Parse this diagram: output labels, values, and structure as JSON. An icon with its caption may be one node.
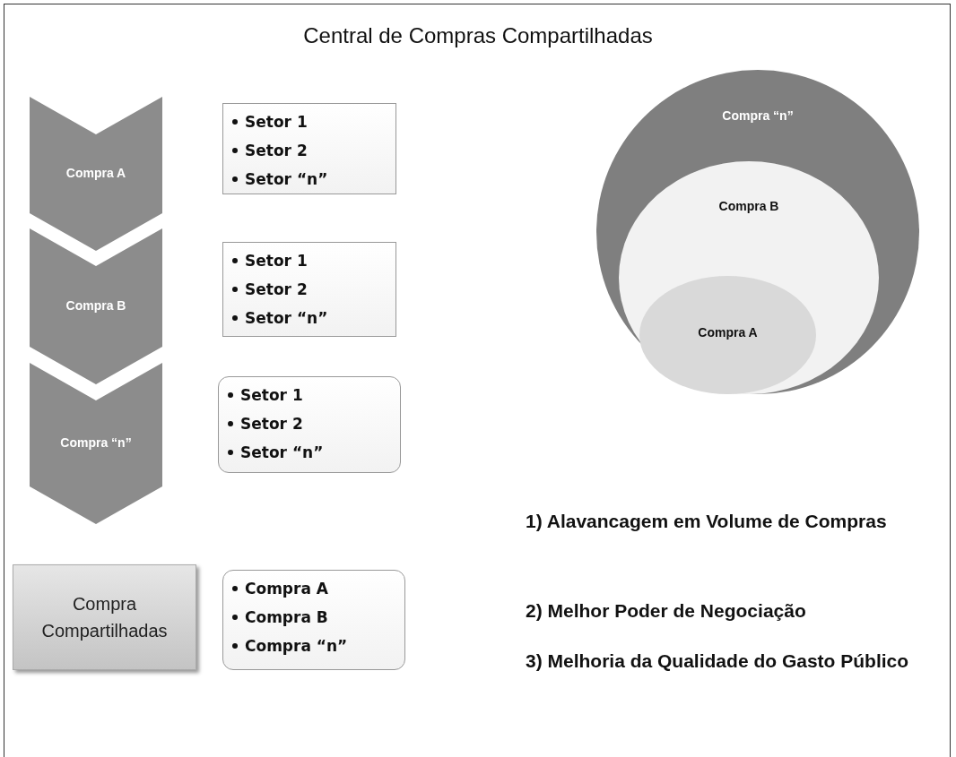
{
  "diagram": {
    "title": "Central de Compras Compartilhadas",
    "nodes": [
      {
        "text": [
          "Compra A"
        ]
      },
      {
        "text": [
          "Setor 1",
          "Setor 2",
          "Setor “n”"
        ]
      },
      {
        "text": [
          "Compra B"
        ]
      },
      {
        "text": [
          "Setor 1",
          "Setor 2",
          "Setor “n”"
        ]
      },
      {
        "text": [
          "Compra “n”"
        ]
      },
      {
        "text": [
          "Setor 1",
          "Setor 2",
          "Setor “n”"
        ]
      },
      {
        "text": [
          "Compra Compartilhadas"
        ]
      },
      {
        "text": [
          "Compra A",
          "Compra B",
          "Compra “n”"
        ]
      },
      {
        "text": [
          "Compra “n”"
        ]
      },
      {
        "text": [
          "Compra B"
        ],
        "in": 8
      },
      {
        "text": [
          "Compra A"
        ],
        "in": 9
      }
    ],
    "labels": [
      "1) Alavancagem em Volume de Compras",
      "2) Melhor Poder de Negociação",
      "3) Melhoria da Qualidade do Gasto Público"
    ]
  }
}
